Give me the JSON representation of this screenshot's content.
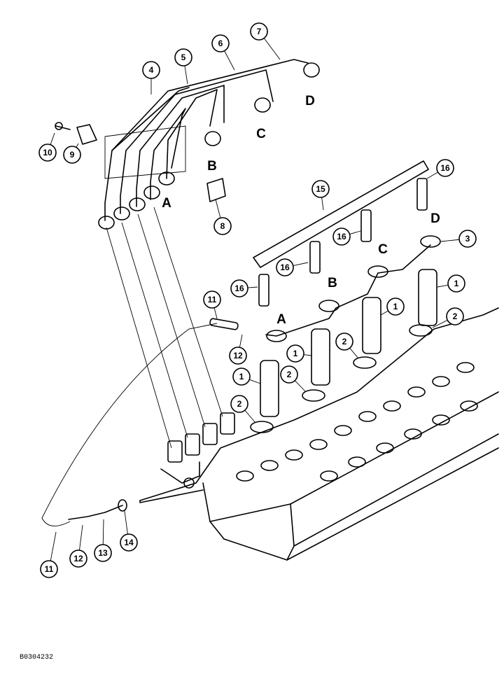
{
  "figure_id": "B0304232",
  "callouts": [
    {
      "id": "c-1a",
      "label": "1"
    },
    {
      "id": "c-1b",
      "label": "1"
    },
    {
      "id": "c-1c",
      "label": "1"
    },
    {
      "id": "c-1d",
      "label": "1"
    },
    {
      "id": "c-2a",
      "label": "2"
    },
    {
      "id": "c-2b",
      "label": "2"
    },
    {
      "id": "c-2c",
      "label": "2"
    },
    {
      "id": "c-2d",
      "label": "2"
    },
    {
      "id": "c-3",
      "label": "3"
    },
    {
      "id": "c-4",
      "label": "4"
    },
    {
      "id": "c-5",
      "label": "5"
    },
    {
      "id": "c-6",
      "label": "6"
    },
    {
      "id": "c-7",
      "label": "7"
    },
    {
      "id": "c-8",
      "label": "8"
    },
    {
      "id": "c-9",
      "label": "9"
    },
    {
      "id": "c-10",
      "label": "10"
    },
    {
      "id": "c-11a",
      "label": "11"
    },
    {
      "id": "c-11b",
      "label": "11"
    },
    {
      "id": "c-12a",
      "label": "12"
    },
    {
      "id": "c-12b",
      "label": "12"
    },
    {
      "id": "c-13",
      "label": "13"
    },
    {
      "id": "c-14",
      "label": "14"
    },
    {
      "id": "c-15",
      "label": "15"
    },
    {
      "id": "c-16a",
      "label": "16"
    },
    {
      "id": "c-16b",
      "label": "16"
    },
    {
      "id": "c-16c",
      "label": "16"
    },
    {
      "id": "c-16d",
      "label": "16"
    }
  ],
  "letters": [
    {
      "id": "l-a-lines",
      "label": "A"
    },
    {
      "id": "l-b-lines",
      "label": "B"
    },
    {
      "id": "l-c-lines",
      "label": "C"
    },
    {
      "id": "l-d-lines",
      "label": "D"
    },
    {
      "id": "l-a-return",
      "label": "A"
    },
    {
      "id": "l-b-return",
      "label": "B"
    },
    {
      "id": "l-c-return",
      "label": "C"
    },
    {
      "id": "l-d-return",
      "label": "D"
    }
  ]
}
